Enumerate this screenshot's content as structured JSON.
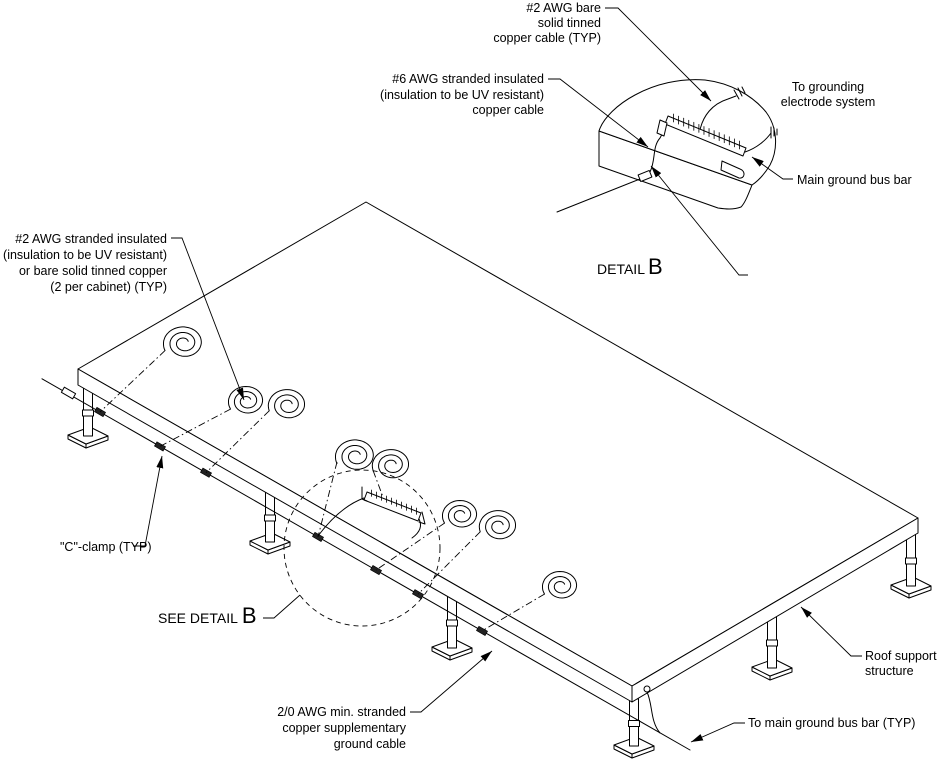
{
  "diagram": {
    "labels": {
      "bare_cable": [
        "#2 AWG bare",
        "solid tinned",
        "copper cable (TYP)"
      ],
      "insulated_6awg": [
        "#6 AWG stranded insulated",
        "(insulation to be UV resistant)",
        "copper cable"
      ],
      "grounding_electrode": [
        "To grounding",
        "electrode system"
      ],
      "main_bus_bar": "Main ground bus bar",
      "detail_b": {
        "word": "DETAIL",
        "letter": "B"
      },
      "insulated_2awg": [
        "#2 AWG stranded insulated",
        "(insulation to be UV resistant)",
        "or bare solid tinned copper",
        "(2 per cabinet) (TYP)"
      ],
      "c_clamp": "\"C\"-clamp (TYP)",
      "see_detail": {
        "word": "SEE DETAIL",
        "letter": "B"
      },
      "roof_support": [
        "Roof support",
        "structure"
      ],
      "supplementary_cable": [
        "2/0 AWG min. stranded",
        "copper supplementary",
        "ground cable"
      ],
      "to_main_bus": "To main ground bus bar (TYP)"
    }
  },
  "colors": {
    "line": "#000000",
    "background": "#ffffff"
  }
}
